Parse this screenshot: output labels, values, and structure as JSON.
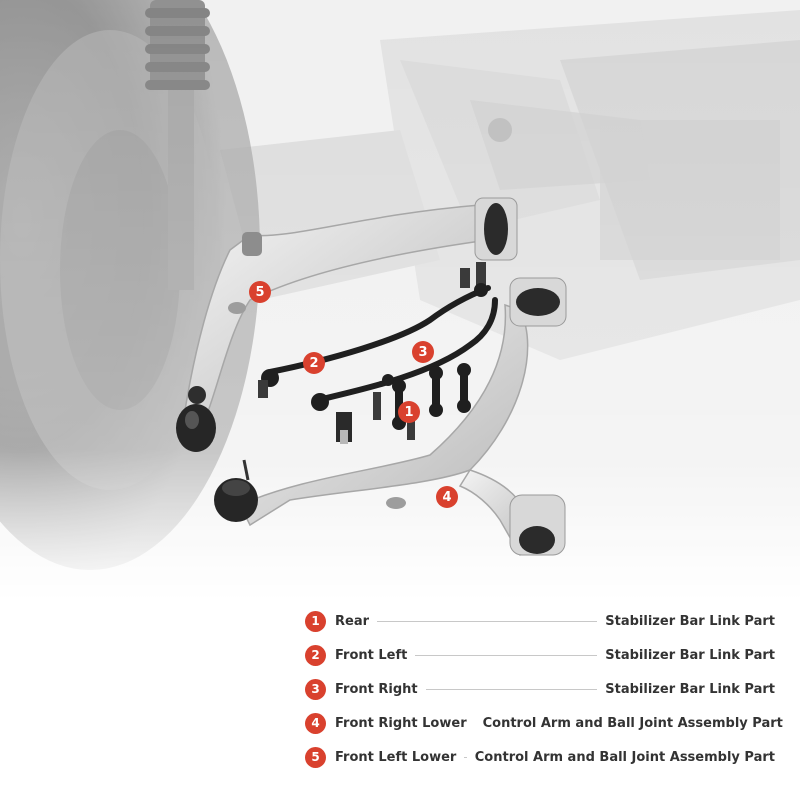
{
  "legend": {
    "items": [
      {
        "number": "1",
        "position": "Rear",
        "part": "Stabilizer Bar Link Part"
      },
      {
        "number": "2",
        "position": "Front Left",
        "part": "Stabilizer Bar Link Part"
      },
      {
        "number": "3",
        "position": "Front Right",
        "part": "Stabilizer Bar Link Part"
      },
      {
        "number": "4",
        "position": "Front Right Lower",
        "part": "Control Arm and Ball Joint Assembly Part"
      },
      {
        "number": "5",
        "position": "Front Left Lower",
        "part": "Control Arm and Ball Joint Assembly Part"
      }
    ]
  },
  "colors": {
    "badge": "#d9412e",
    "text": "#333333",
    "rule": "#c8c8c8"
  }
}
